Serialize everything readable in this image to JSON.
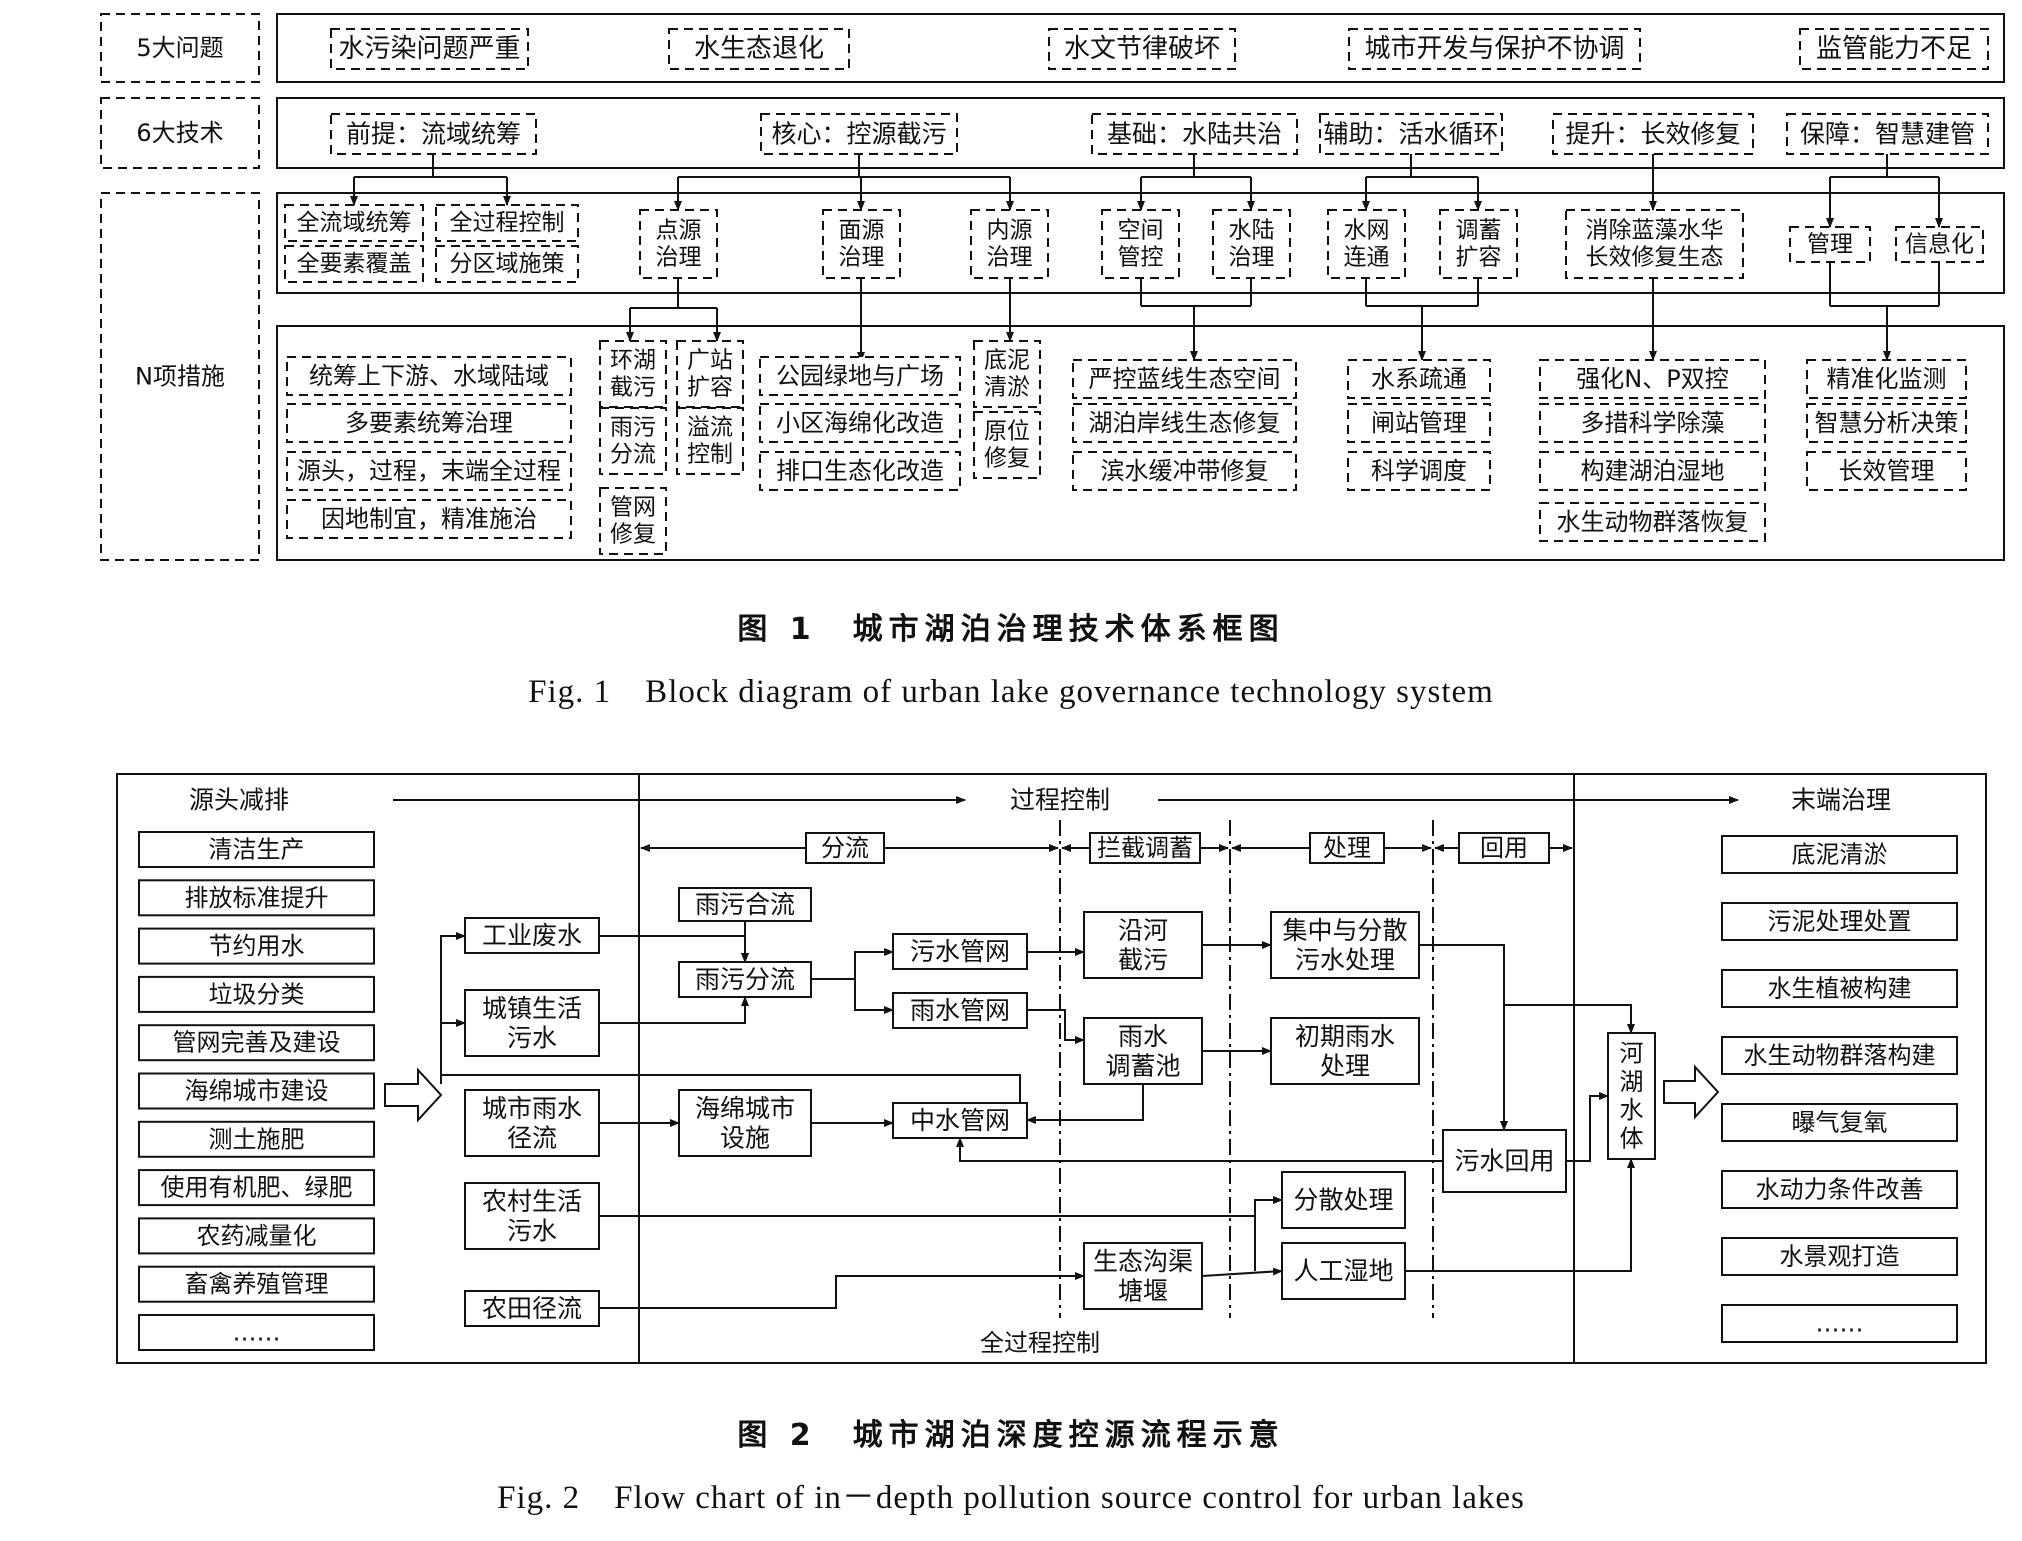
{
  "fig1": {
    "rows": {
      "problems": "5大问题",
      "techs": "6大技术",
      "measures": "N项措施"
    },
    "problems": [
      "水污染问题严重",
      "水生态退化",
      "水文节律破坏",
      "城市开发与保护不协调",
      "监管能力不足"
    ],
    "techs": [
      "前提：流域统筹",
      "核心：控源截污",
      "基础：水陆共治",
      "辅助：活水循环",
      "提升：长效修复",
      "保障：智慧建管"
    ],
    "subs": {
      "s1": "全流域统筹",
      "s2": "全过程控制",
      "s3": "全要素覆盖",
      "s4": "分区域施策",
      "d1": [
        "点源",
        "治理"
      ],
      "d2": [
        "面源",
        "治理"
      ],
      "d3": [
        "内源",
        "治理"
      ],
      "k1": [
        "空间",
        "管控"
      ],
      "k2": [
        "水陆",
        "治理"
      ],
      "h1": [
        "水网",
        "连通"
      ],
      "h2": [
        "调蓄",
        "扩容"
      ],
      "x1": [
        "消除蓝藻水华",
        "长效修复生态"
      ],
      "z1": "管理",
      "z2": "信息化"
    },
    "measures": {
      "c1": [
        "统筹上下游、水域陆域",
        "多要素统筹治理",
        "源头，过程，末端全过程",
        "因地制宜，精准施治"
      ],
      "c2a": [
        [
          "环湖",
          "截污"
        ],
        [
          "雨污",
          "分流"
        ],
        [
          "管网",
          "修复"
        ]
      ],
      "c2b": [
        [
          "广站",
          "扩容"
        ],
        [
          "溢流",
          "控制"
        ]
      ],
      "c3": [
        "公园绿地与广场",
        "小区海绵化改造",
        "排口生态化改造"
      ],
      "c4": [
        [
          "底泥",
          "清淤"
        ],
        [
          "原位",
          "修复"
        ]
      ],
      "c5": [
        "严控蓝线生态空间",
        "湖泊岸线生态修复",
        "滨水缓冲带修复"
      ],
      "c6": [
        "水系疏通",
        "闸站管理",
        "科学调度"
      ],
      "c7": [
        "强化N、P双控",
        "多措科学除藻",
        "构建湖泊湿地",
        "水生动物群落恢复"
      ],
      "c8": [
        "精准化监测",
        "智慧分析决策",
        "长效管理"
      ]
    },
    "caption_cn": "图 1　城市湖泊治理技术体系框图",
    "caption_en": "Fig. 1　Block diagram of urban lake governance technology system"
  },
  "fig2": {
    "sections": {
      "source": "源头减排",
      "process": "过程控制",
      "end": "末端治理",
      "whole": "全过程控制"
    },
    "stages": [
      "分流",
      "拦截调蓄",
      "处理",
      "回用"
    ],
    "source_items": [
      "清洁生产",
      "排放标准提升",
      "节约用水",
      "垃圾分类",
      "管网完善及建设",
      "海绵城市建设",
      "测土施肥",
      "使用有机肥、绿肥",
      "农药减量化",
      "畜禽养殖管理",
      "……"
    ],
    "end_items": [
      "底泥清淤",
      "污泥处理处置",
      "水生植被构建",
      "水生动物群落构建",
      "曝气复氧",
      "水动力条件改善",
      "水景观打造",
      "……"
    ],
    "nodes": {
      "n1": [
        "工业废水"
      ],
      "n2": [
        "城镇生活",
        "污水"
      ],
      "n3": [
        "城市雨水",
        "径流"
      ],
      "n4": [
        "农村生活",
        "污水"
      ],
      "n5": [
        "农田径流"
      ],
      "n6": [
        "雨污合流"
      ],
      "n7": [
        "雨污分流"
      ],
      "n8": [
        "海绵城市",
        "设施"
      ],
      "n9": [
        "污水管网"
      ],
      "n10": [
        "雨水管网"
      ],
      "n11": [
        "中水管网"
      ],
      "n12": [
        "沿河",
        "截污"
      ],
      "n13": [
        "雨水",
        "调蓄池"
      ],
      "n14": [
        "生态沟渠",
        "塘堰"
      ],
      "n15": [
        "集中与分散",
        "污水处理"
      ],
      "n16": [
        "初期雨水",
        "处理"
      ],
      "n17": [
        "分散处理"
      ],
      "n18": [
        "人工湿地"
      ],
      "n19": [
        "污水回用"
      ],
      "n20": [
        "河",
        "湖",
        "水",
        "体"
      ]
    },
    "caption_cn": "图 2　城市湖泊深度控源流程示意",
    "caption_en": "Fig. 2　Flow chart of in－depth pollution source control for urban lakes"
  }
}
